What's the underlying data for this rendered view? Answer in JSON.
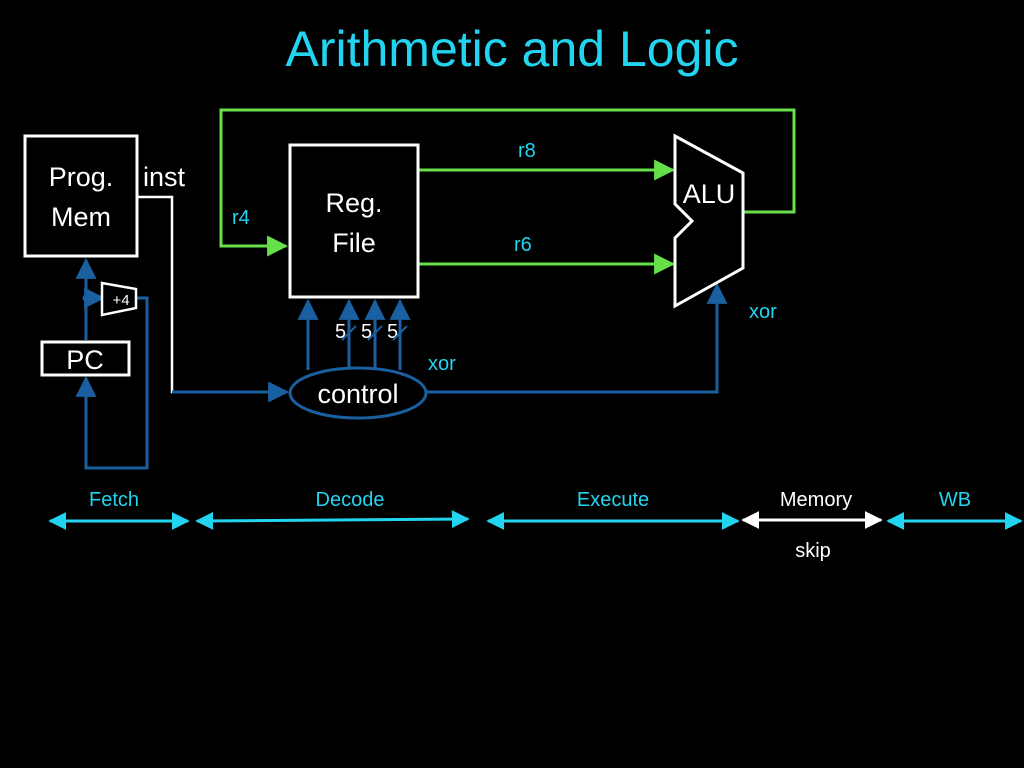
{
  "title": "Arithmetic and Logic",
  "colors": {
    "background": "#000000",
    "title": "#22d4f0",
    "box_stroke": "#ffffff",
    "green_wire": "#66e04a",
    "blue_wire": "#1a5fa0",
    "cyan": "#22d4f0",
    "white": "#ffffff"
  },
  "blocks": {
    "prog_mem": {
      "line1": "Prog.",
      "line2": "Mem"
    },
    "reg_file": {
      "line1": "Reg.",
      "line2": "File"
    },
    "alu": {
      "label": "ALU"
    },
    "pc": {
      "label": "PC"
    },
    "adder": {
      "label": "+4"
    },
    "control": {
      "label": "control"
    }
  },
  "wire_labels": {
    "inst": "inst",
    "r4": "r4",
    "r8": "r8",
    "r6": "r6",
    "xor_alu": "xor",
    "xor_control": "xor",
    "reg_width_1": "5",
    "reg_width_2": "5",
    "reg_width_3": "5"
  },
  "stages": [
    {
      "label": "Fetch",
      "color": "#22d4f0"
    },
    {
      "label": "Decode",
      "color": "#22d4f0"
    },
    {
      "label": "Execute",
      "color": "#22d4f0"
    },
    {
      "label": "Memory",
      "color": "#ffffff",
      "note": "skip"
    },
    {
      "label": "WB",
      "color": "#22d4f0"
    }
  ]
}
